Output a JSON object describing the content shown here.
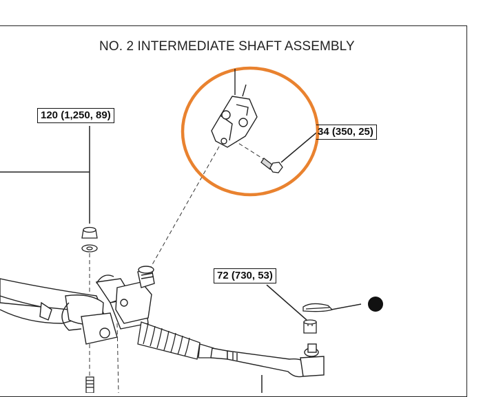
{
  "diagram": {
    "title": "NO. 2 INTERMEDIATE SHAFT ASSEMBLY",
    "torque_labels": [
      {
        "text": "120 (1,250, 89)"
      },
      {
        "text": "34 (350, 25)"
      },
      {
        "text": "72 (730, 53)"
      }
    ],
    "colors": {
      "highlight_circle": "#e9822f",
      "line_art": "#222222",
      "part_fill": "#ffffff",
      "part_shade": "#d8d8d8",
      "marker": "#111111"
    },
    "icons": [
      "non-reusable-part-marker"
    ]
  }
}
